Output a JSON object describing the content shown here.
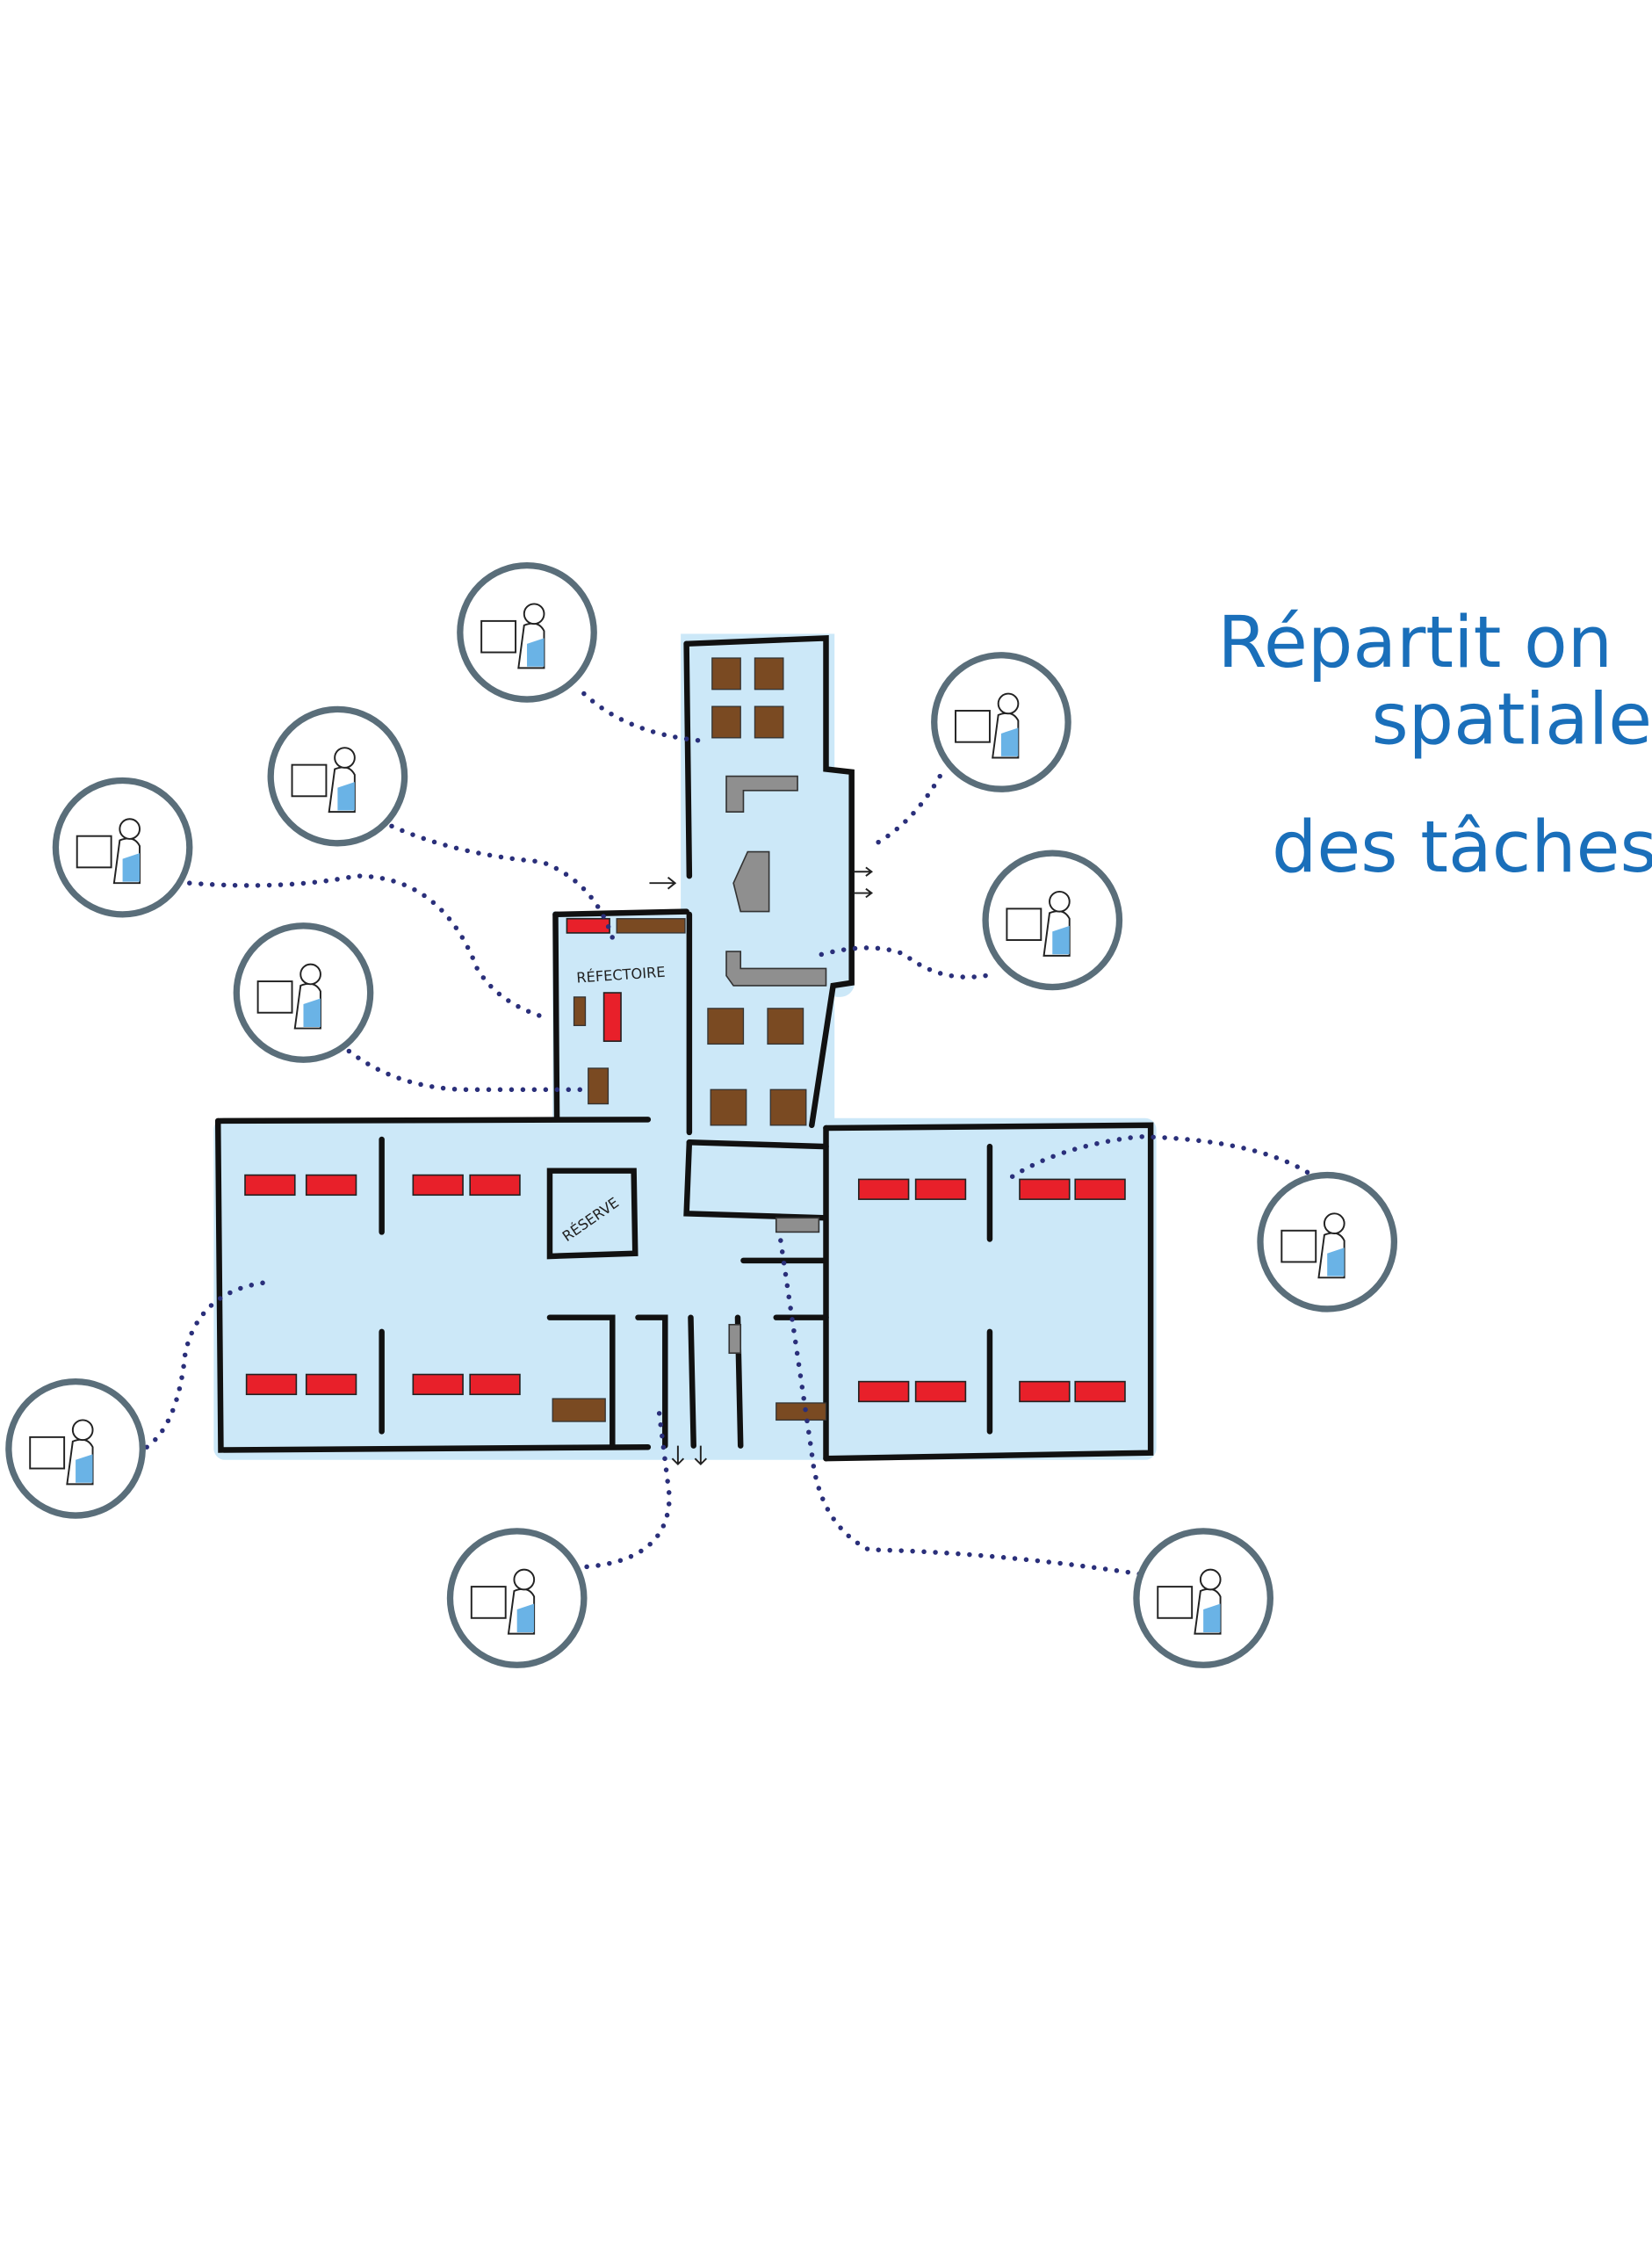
{
  "title": {
    "line1": "Répartit on",
    "line2": "spatiale",
    "line3": "des tâches",
    "color": "#1a6fba"
  },
  "rooms": {
    "refectoire": "RÉFECTOIRE",
    "reserve": "RÉSERVE"
  },
  "task_badges": [
    {
      "icon": "caregiver-talking-resident-icon"
    },
    {
      "icon": "caregiver-serving-meal-icon"
    },
    {
      "icon": "caregiver-with-cart-icon"
    },
    {
      "icon": "caregiver-with-linen-cart-icon"
    },
    {
      "icon": "caregiver-at-oven-icon"
    },
    {
      "icon": "caregiver-at-dishwasher-icon"
    },
    {
      "icon": "caregiver-feeding-resident-icon"
    },
    {
      "icon": "caregiver-with-cart-icon"
    },
    {
      "icon": "caregiver-with-waste-bag-icon"
    },
    {
      "icon": "caregiver-with-cart-icon"
    }
  ],
  "colors": {
    "floor": "#cce8f8",
    "bed": "#e8202a",
    "furniture": "#7a4a22",
    "dots": "#2a2f7a"
  }
}
